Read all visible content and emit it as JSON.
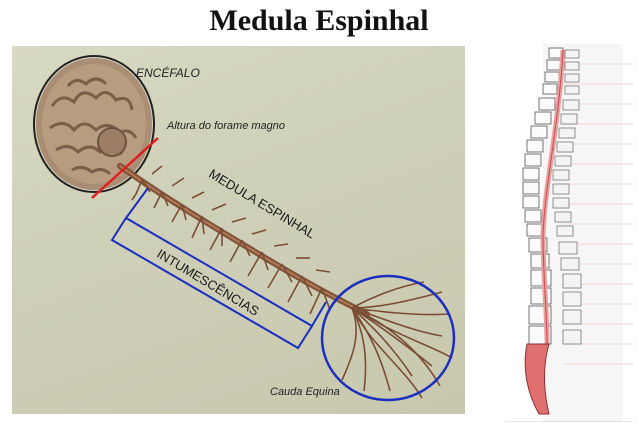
{
  "title": "Medula Espinhal",
  "labels": {
    "encefalo": "ENCÉFALO",
    "forame": "Altura do forame magno",
    "medula": "MEDULA ESPINHAL",
    "intumescencias": "INTUMESCÊNCIAS",
    "cauda": "Cauda Equina"
  },
  "colors": {
    "background": "#ffffff",
    "photo_bg": "#cfd0b8",
    "marker_red": "#e02020",
    "marker_blue": "#1a2fbf",
    "tissue": "#8a5a40",
    "vertebra_red": "#e8a0a0"
  }
}
